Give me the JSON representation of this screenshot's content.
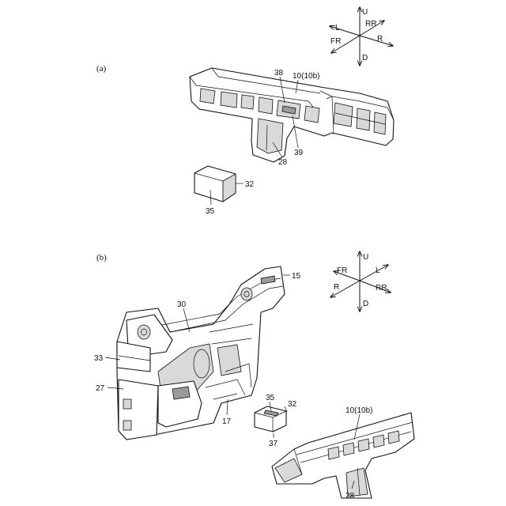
{
  "panels": {
    "a": {
      "label": "(a)",
      "compass": {
        "up": "U",
        "down": "D",
        "left": "L",
        "right": "R",
        "front": "FR",
        "rear": "RR"
      },
      "refs": {
        "r38": "38",
        "r10": "10(10b)",
        "r39": "39",
        "r28": "28",
        "r32": "32",
        "r35": "35"
      }
    },
    "b": {
      "label": "(b)",
      "compass": {
        "up": "U",
        "down": "D",
        "left": "L",
        "right": "R",
        "front": "FR",
        "rear": "RR"
      },
      "refs": {
        "r15": "15",
        "r30": "30",
        "r33": "33",
        "r27": "27",
        "r17": "17",
        "r35": "35",
        "r32": "32",
        "r37": "37",
        "r10": "10(10b)",
        "r28": "28"
      }
    }
  }
}
